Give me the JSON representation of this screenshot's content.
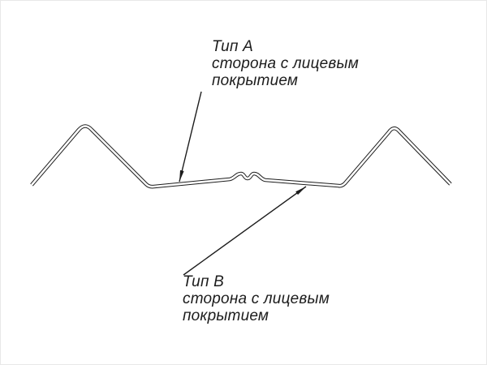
{
  "drawing": {
    "description": "profile-sheet-cross-section",
    "labels": {
      "a": {
        "title": "Тип А",
        "line1": "сторона с лицевым",
        "line2": "покрытием"
      },
      "b": {
        "title": "Тип В",
        "line1": "сторона с лицевым",
        "line2": "покрытием"
      }
    },
    "colors": {
      "line": "#1c1c1c",
      "sheet_gap": "#ffffff",
      "background": "#ffffff"
    }
  }
}
